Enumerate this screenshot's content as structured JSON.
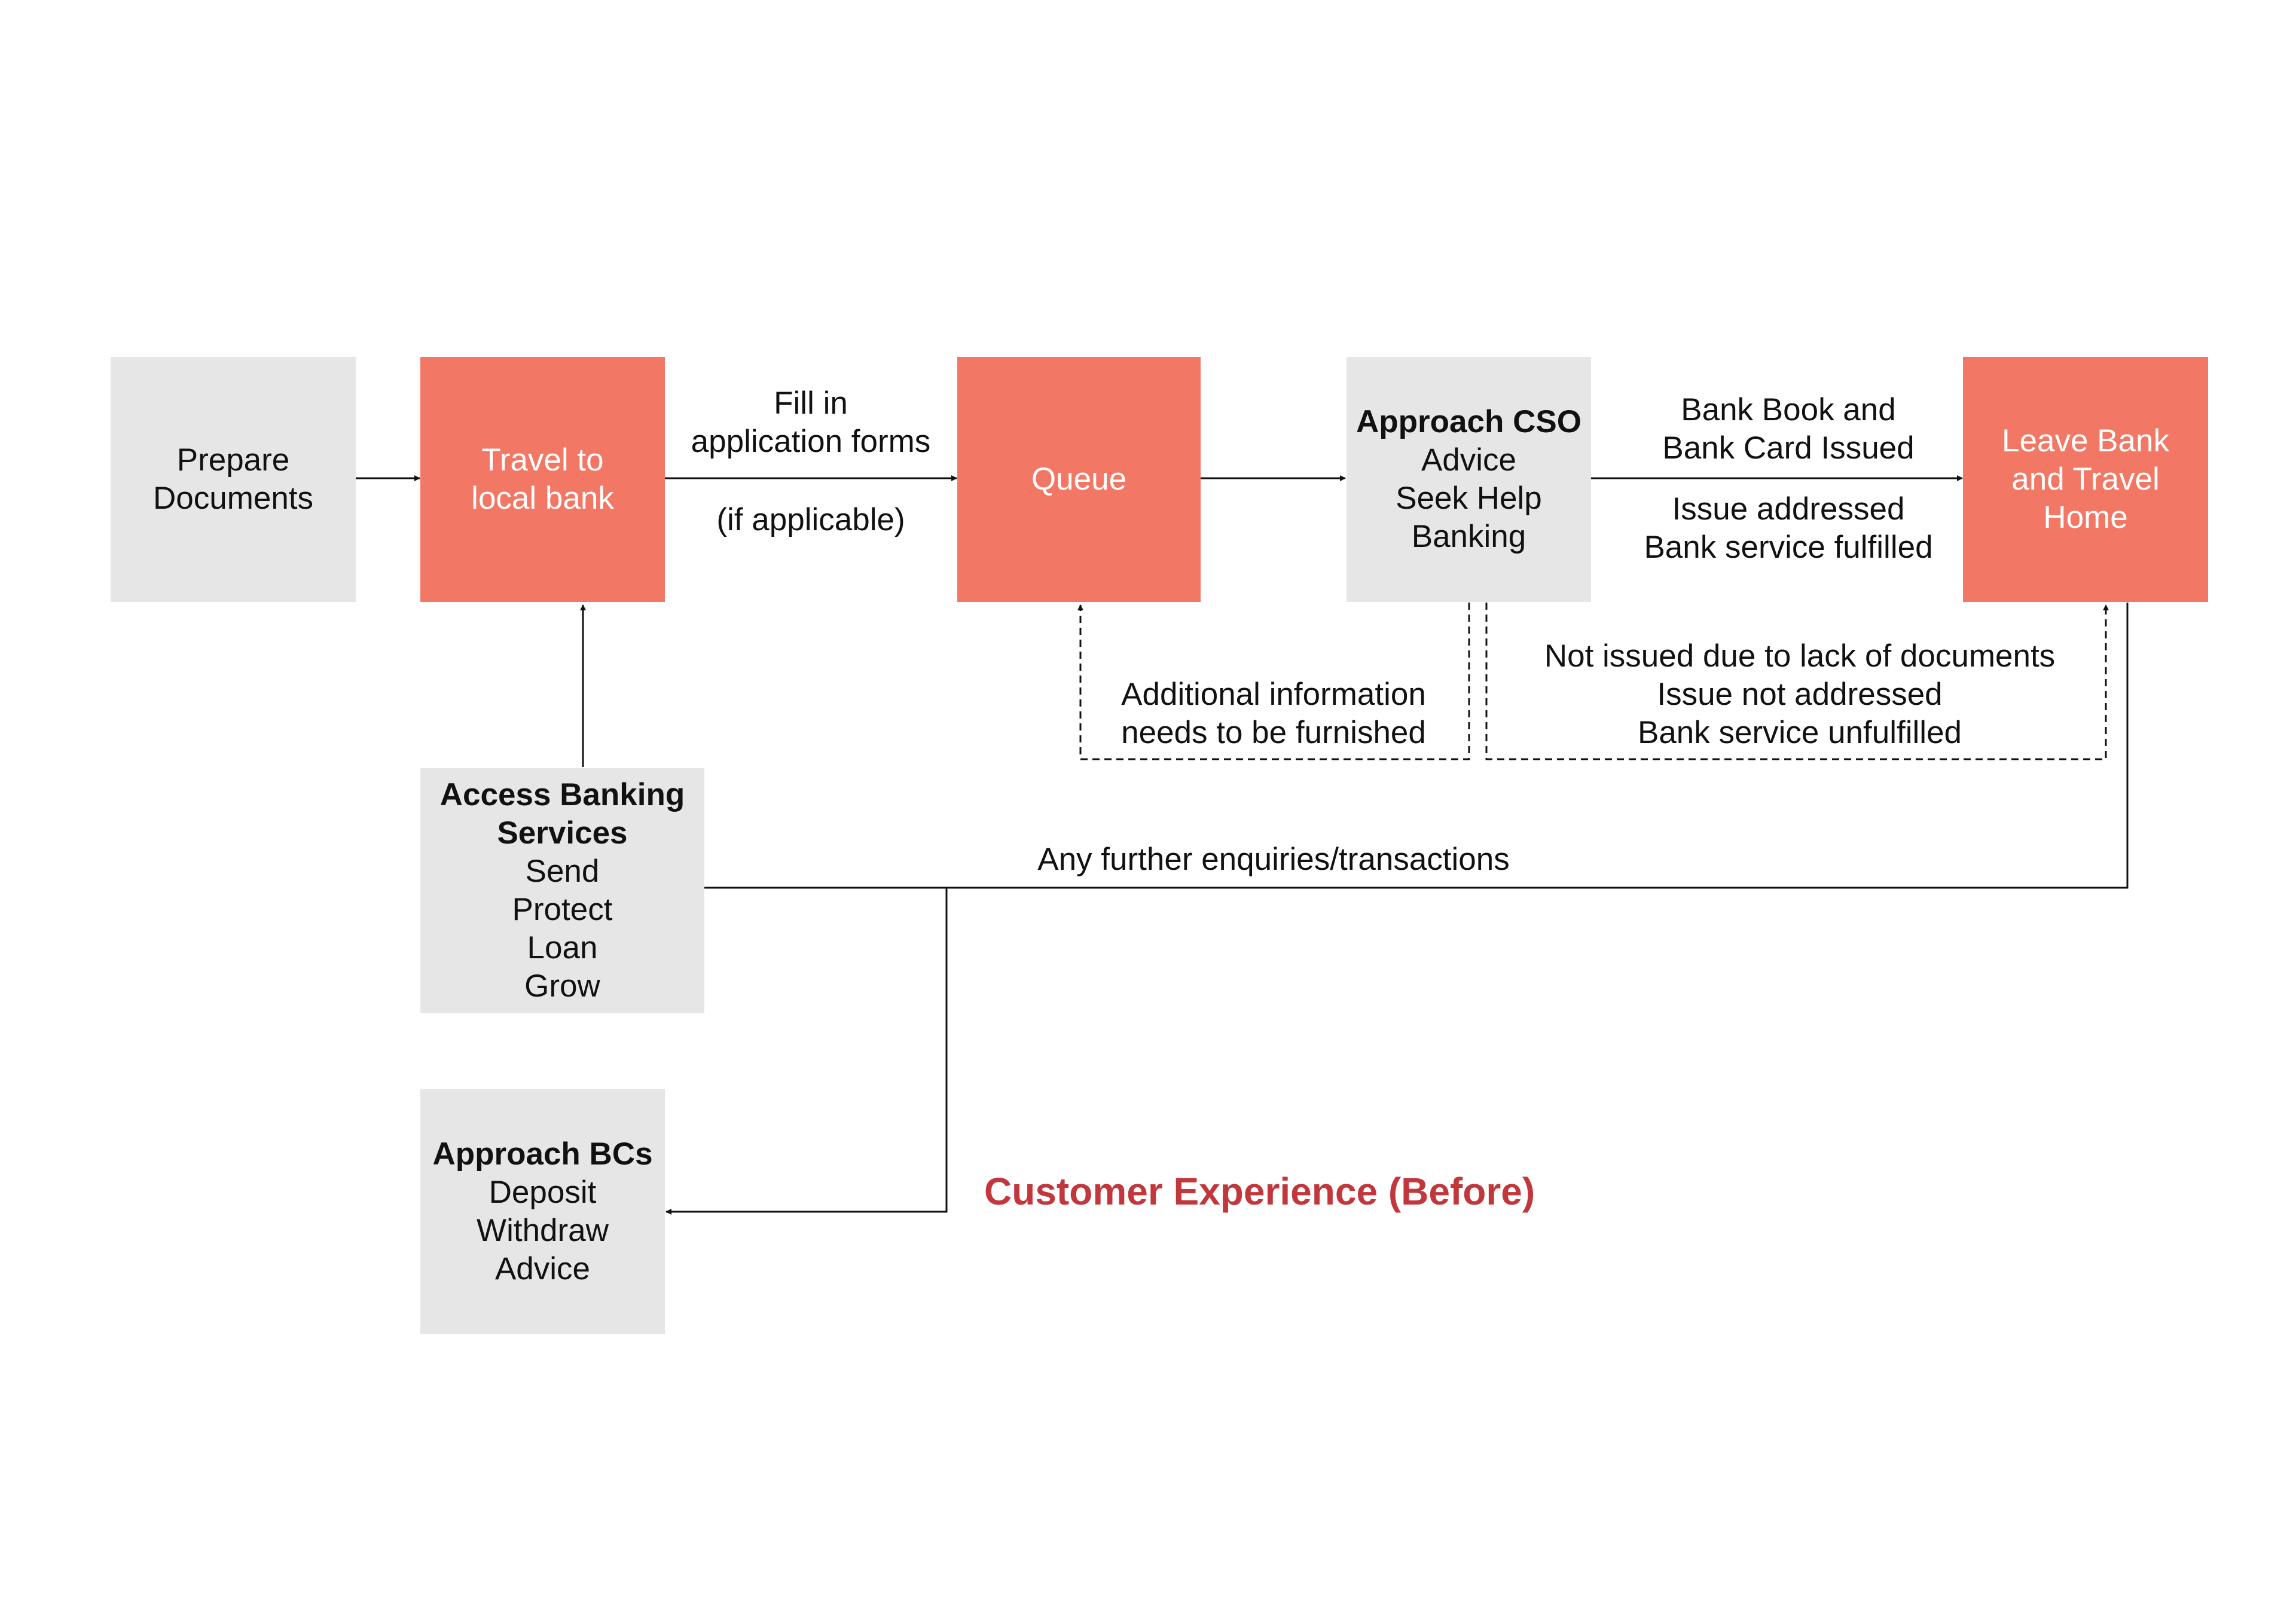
{
  "colors": {
    "box_grey": "#e6e6e6",
    "box_red": "#f27865",
    "title_red": "#c2373c",
    "line": "#111111"
  },
  "boxes": {
    "prepare_documents": [
      "Prepare",
      "Documents"
    ],
    "travel_to_bank": [
      "Travel to",
      "local bank"
    ],
    "queue": [
      "Queue"
    ],
    "approach_cso": {
      "title": "Approach CSO",
      "items": [
        "Advice",
        "Seek Help",
        "Banking"
      ]
    },
    "leave_bank": [
      "Leave Bank",
      "and Travel",
      "Home"
    ],
    "access_banking": {
      "title": [
        "Access Banking",
        "Services"
      ],
      "items": [
        "Send",
        "Protect",
        "Loan",
        "Grow"
      ]
    },
    "approach_bcs": {
      "title": "Approach BCs",
      "items": [
        "Deposit",
        "Withdraw",
        "Advice"
      ]
    }
  },
  "labels": {
    "fill_in": [
      "Fill in",
      "application forms"
    ],
    "if_applicable": "(if applicable)",
    "issued": [
      "Bank Book and",
      "Bank Card Issued"
    ],
    "addressed": [
      "Issue addressed",
      "Bank service fulfilled"
    ],
    "not_issued": [
      "Not issued due to lack of documents",
      "Issue not addressed",
      "Bank service unfulfilled"
    ],
    "additional_info": [
      "Additional information",
      "needs to be furnished"
    ],
    "further_enquiries": "Any further enquiries/transactions"
  },
  "title": "Customer Experience (Before)"
}
